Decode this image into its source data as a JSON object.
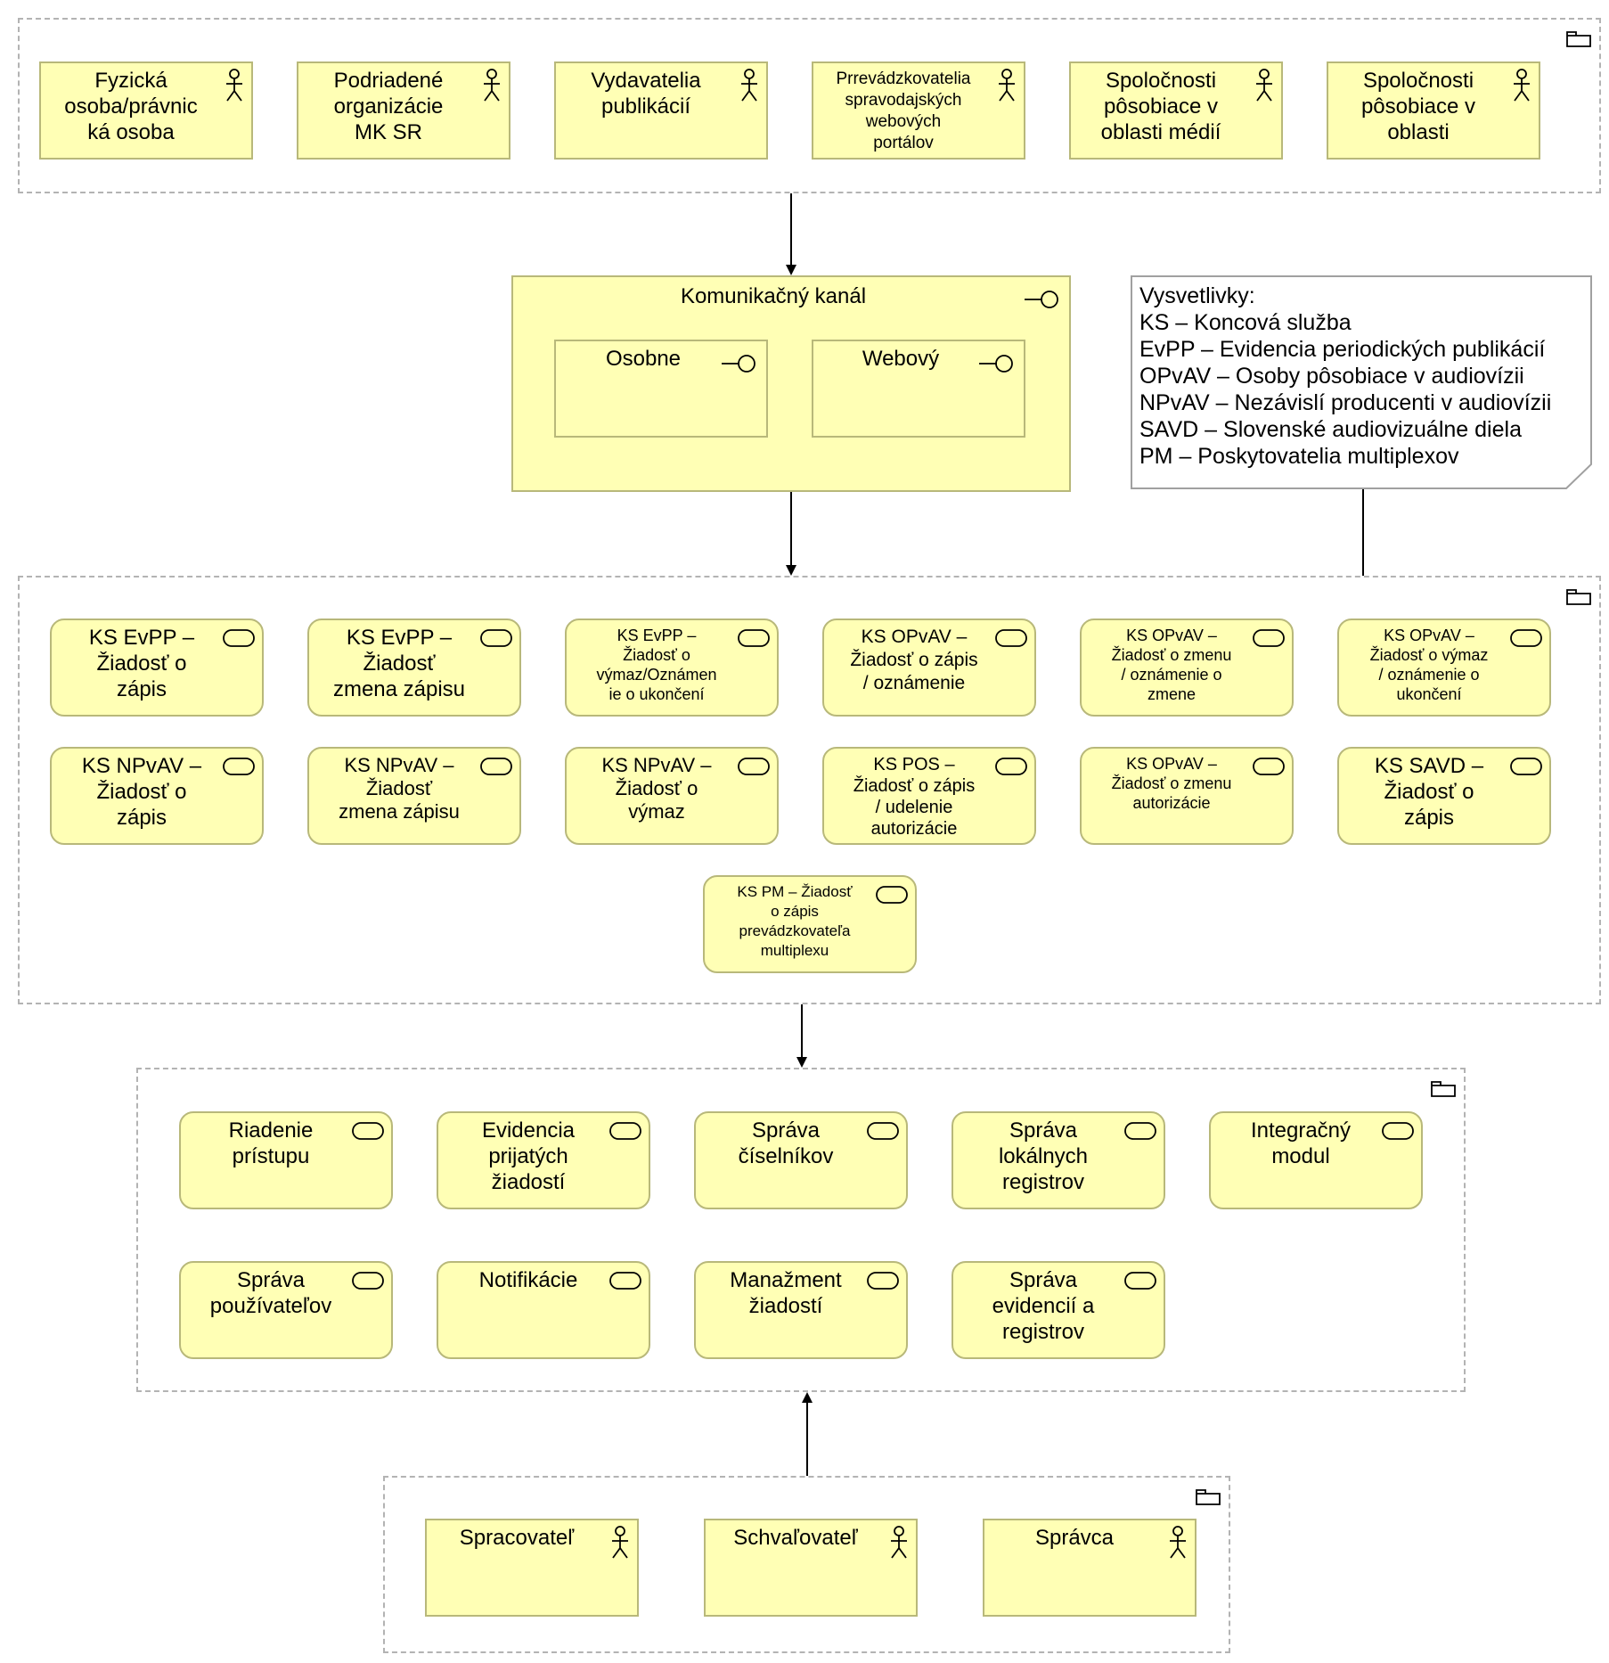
{
  "stakeholders": [
    {
      "label": "Fyzická\nosoba/právnic\nká osoba",
      "icon": "actor-icon"
    },
    {
      "label": "Podriadené\norganizácie\nMK SR",
      "icon": "actor-icon"
    },
    {
      "label": "Vydavatelia\npublikácií",
      "icon": "actor-icon"
    },
    {
      "label": "Prrevádzkovatelia\nspravodajských\nwebových\nportálov",
      "icon": "actor-icon"
    },
    {
      "label": "Spoločnosti\npôsobiace v\noblasti médií",
      "icon": "actor-icon"
    },
    {
      "label": "Spoločnosti\npôsobiace v\noblasti",
      "icon": "actor-icon"
    }
  ],
  "channel": {
    "title": "Komunikačný kanál",
    "items": [
      {
        "label": "Osobne",
        "icon": "interface-icon"
      },
      {
        "label": "Webový",
        "icon": "interface-icon"
      }
    ]
  },
  "legend": {
    "lines": [
      "Vysvetlivky:",
      "KS – Koncová služba",
      "EvPP – Evidencia periodických publikácií",
      "OPvAV – Osoby pôsobiace v audiovízii",
      "NPvAV – Nezávislí producenti v audiovízii",
      "SAVD – Slovenské audiovizuálne diela",
      "PM – Poskytovatelia multiplexov"
    ]
  },
  "end_services": [
    {
      "label": "KS EvPP –\nŽiadosť o\nzápis"
    },
    {
      "label": "KS EvPP –\nŽiadosť\nzmena zápisu"
    },
    {
      "label": "KS EvPP –\nŽiadosť o\nvýmaz/Oznámen\nie o ukončení"
    },
    {
      "label": "KS OPvAV –\nŽiadosť o zápis\n/ oznámenie"
    },
    {
      "label": "KS OPvAV –\nŽiadosť o zmenu\n/ oznámenie o\nzmene"
    },
    {
      "label": "KS OPvAV –\nŽiadosť o výmaz\n/ oznámenie o\nukončení"
    },
    {
      "label": "KS NPvAV –\nŽiadosť o\nzápis"
    },
    {
      "label": "KS NPvAV –\nŽiadosť\nzmena zápisu"
    },
    {
      "label": "KS NPvAV –\nŽiadosť o\nvýmaz"
    },
    {
      "label": "KS POS –\nŽiadosť o zápis\n/ udelenie\nautorizácie"
    },
    {
      "label": "KS OPvAV –\nŽiadosť o zmenu\nautorizácie"
    },
    {
      "label": "KS SAVD –\nŽiadosť o\nzápis"
    },
    {
      "label": "KS PM – Žiadosť\no zápis\nprevádzkovateľa\nmultiplexu"
    }
  ],
  "app_services": [
    {
      "label": "Riadenie\nprístupu"
    },
    {
      "label": "Evidencia\nprijatých\nžiadostí"
    },
    {
      "label": "Správa\nčíselníkov"
    },
    {
      "label": "Správa\nlokálnych\nregistrov"
    },
    {
      "label": "Integračný\nmodul"
    },
    {
      "label": "Správa\npoužívateľov"
    },
    {
      "label": "Notifikácie"
    },
    {
      "label": "Manažment\nžiadostí"
    },
    {
      "label": "Správa\nevidencií a\nregistrov"
    }
  ],
  "internal_roles": [
    {
      "label": "Spracovateľ",
      "icon": "actor-icon"
    },
    {
      "label": "Schvaľovateľ",
      "icon": "actor-icon"
    },
    {
      "label": "Správca",
      "icon": "actor-icon"
    }
  ],
  "colors": {
    "element_fill": "#ffffb5",
    "element_border": "#b8b87a",
    "group_border": "#b3b3b3",
    "note_border": "#a0a0a0"
  }
}
